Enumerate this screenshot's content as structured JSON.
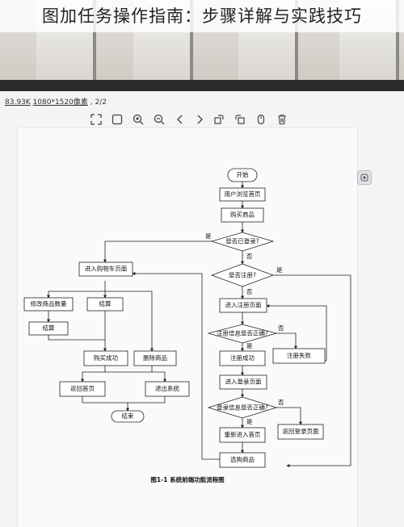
{
  "caption": "图加任务操作指南：步骤详解与实践技巧",
  "viewer": {
    "file_size": "83.93K",
    "dimensions": "1080*1520像素",
    "page_indicator": "2/2"
  },
  "toolbar": {
    "icons": [
      "fullscreen-icon",
      "fit-icon",
      "zoom-in-icon",
      "zoom-out-icon",
      "prev-icon",
      "next-icon",
      "rotate-right-icon",
      "rotate-left-icon",
      "mouse-icon",
      "delete-icon"
    ]
  },
  "flowchart": {
    "nodes": {
      "start": "开始",
      "browse_home": "用户浏览首页",
      "buy_goods": "购买商品",
      "logged_in_q": "是否已登录?",
      "enter_cart": "进入购物车页面",
      "registered_q": "是否注册?",
      "modify_qty": "修改商品数量",
      "checkout_a": "结算",
      "checkout_b": "结算",
      "enter_register": "进入注册页面",
      "register_info_q": "注册信息是否正确?",
      "purchase_success": "购买成功",
      "delete_goods": "删除商品",
      "register_success": "注册成功",
      "register_fail": "注册失败",
      "return_home": "返回首页",
      "exit_system": "退出系统",
      "enter_login": "进入登录页面",
      "login_info_q": "登录信息是否正确?",
      "end": "结束",
      "reenter_home": "重新进入首页",
      "return_login": "返回登录页面",
      "select_goods": "选购商品"
    },
    "edge_labels": {
      "yes": "是",
      "no": "否"
    },
    "caption": "图1-1 系统前端功能流程图"
  }
}
